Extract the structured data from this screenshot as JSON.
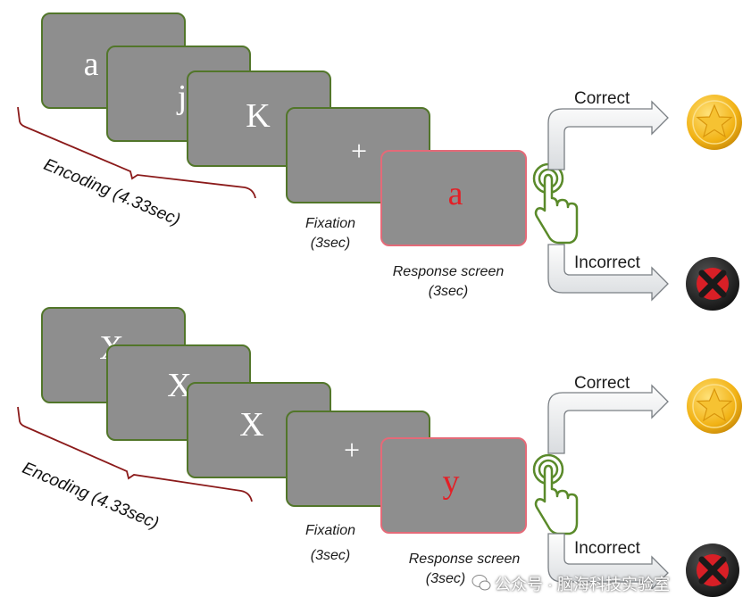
{
  "trials": [
    {
      "id": "top",
      "encoding_letters": [
        "a",
        "j",
        "K"
      ],
      "fixation_symbol": "+",
      "response_letter": "a",
      "encoding_label": "Encoding (4.33sec)",
      "fixation_label_line1": "Fixation",
      "fixation_label_line2": "(3sec)",
      "response_label_line1": "Response screen",
      "response_label_line2": "(3sec)",
      "correct_label": "Correct",
      "incorrect_label": "Incorrect"
    },
    {
      "id": "bottom",
      "encoding_letters": [
        "X",
        "X",
        "X"
      ],
      "fixation_symbol": "+",
      "response_letter": "y",
      "encoding_label": "Encoding (4.33sec)",
      "fixation_label_line1": "Fixation",
      "fixation_label_line2": "(3sec)",
      "response_label_line1": "Response screen",
      "response_label_line2": "(3sec)",
      "correct_label": "Correct",
      "incorrect_label": "Incorrect"
    }
  ],
  "watermark": "公众号 · 脑海科技实验室",
  "colors": {
    "card_fill": "#8e8e8e",
    "card_border": "#52762a",
    "response_border": "#e46a78",
    "response_letter": "#e41f26",
    "brace": "#8b1a1a",
    "coin": "#f2b316",
    "incorrect_button": "#1a1a1a",
    "incorrect_cross": "#d81f26"
  },
  "icons": [
    "finger-tap-icon",
    "gold-star-coin-icon",
    "red-x-button-icon",
    "curved-arrow-icon"
  ]
}
